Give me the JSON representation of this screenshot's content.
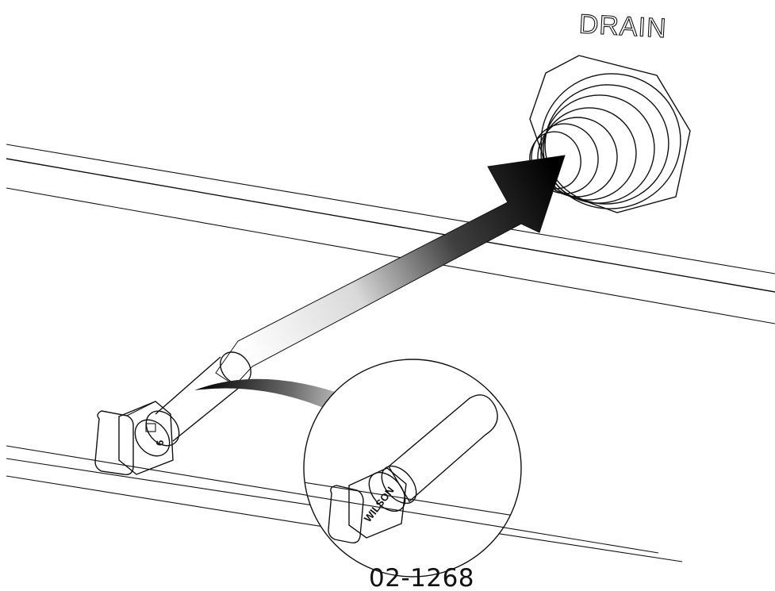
{
  "labels": {
    "drain": "DRAIN",
    "part_number": "02-1268",
    "brand_on_cap": "WILSON",
    "cap_number": "6"
  },
  "colors": {
    "line": "#111111",
    "background": "#ffffff",
    "arrow_dark": "#000000",
    "arrow_light": "#ffffff"
  }
}
